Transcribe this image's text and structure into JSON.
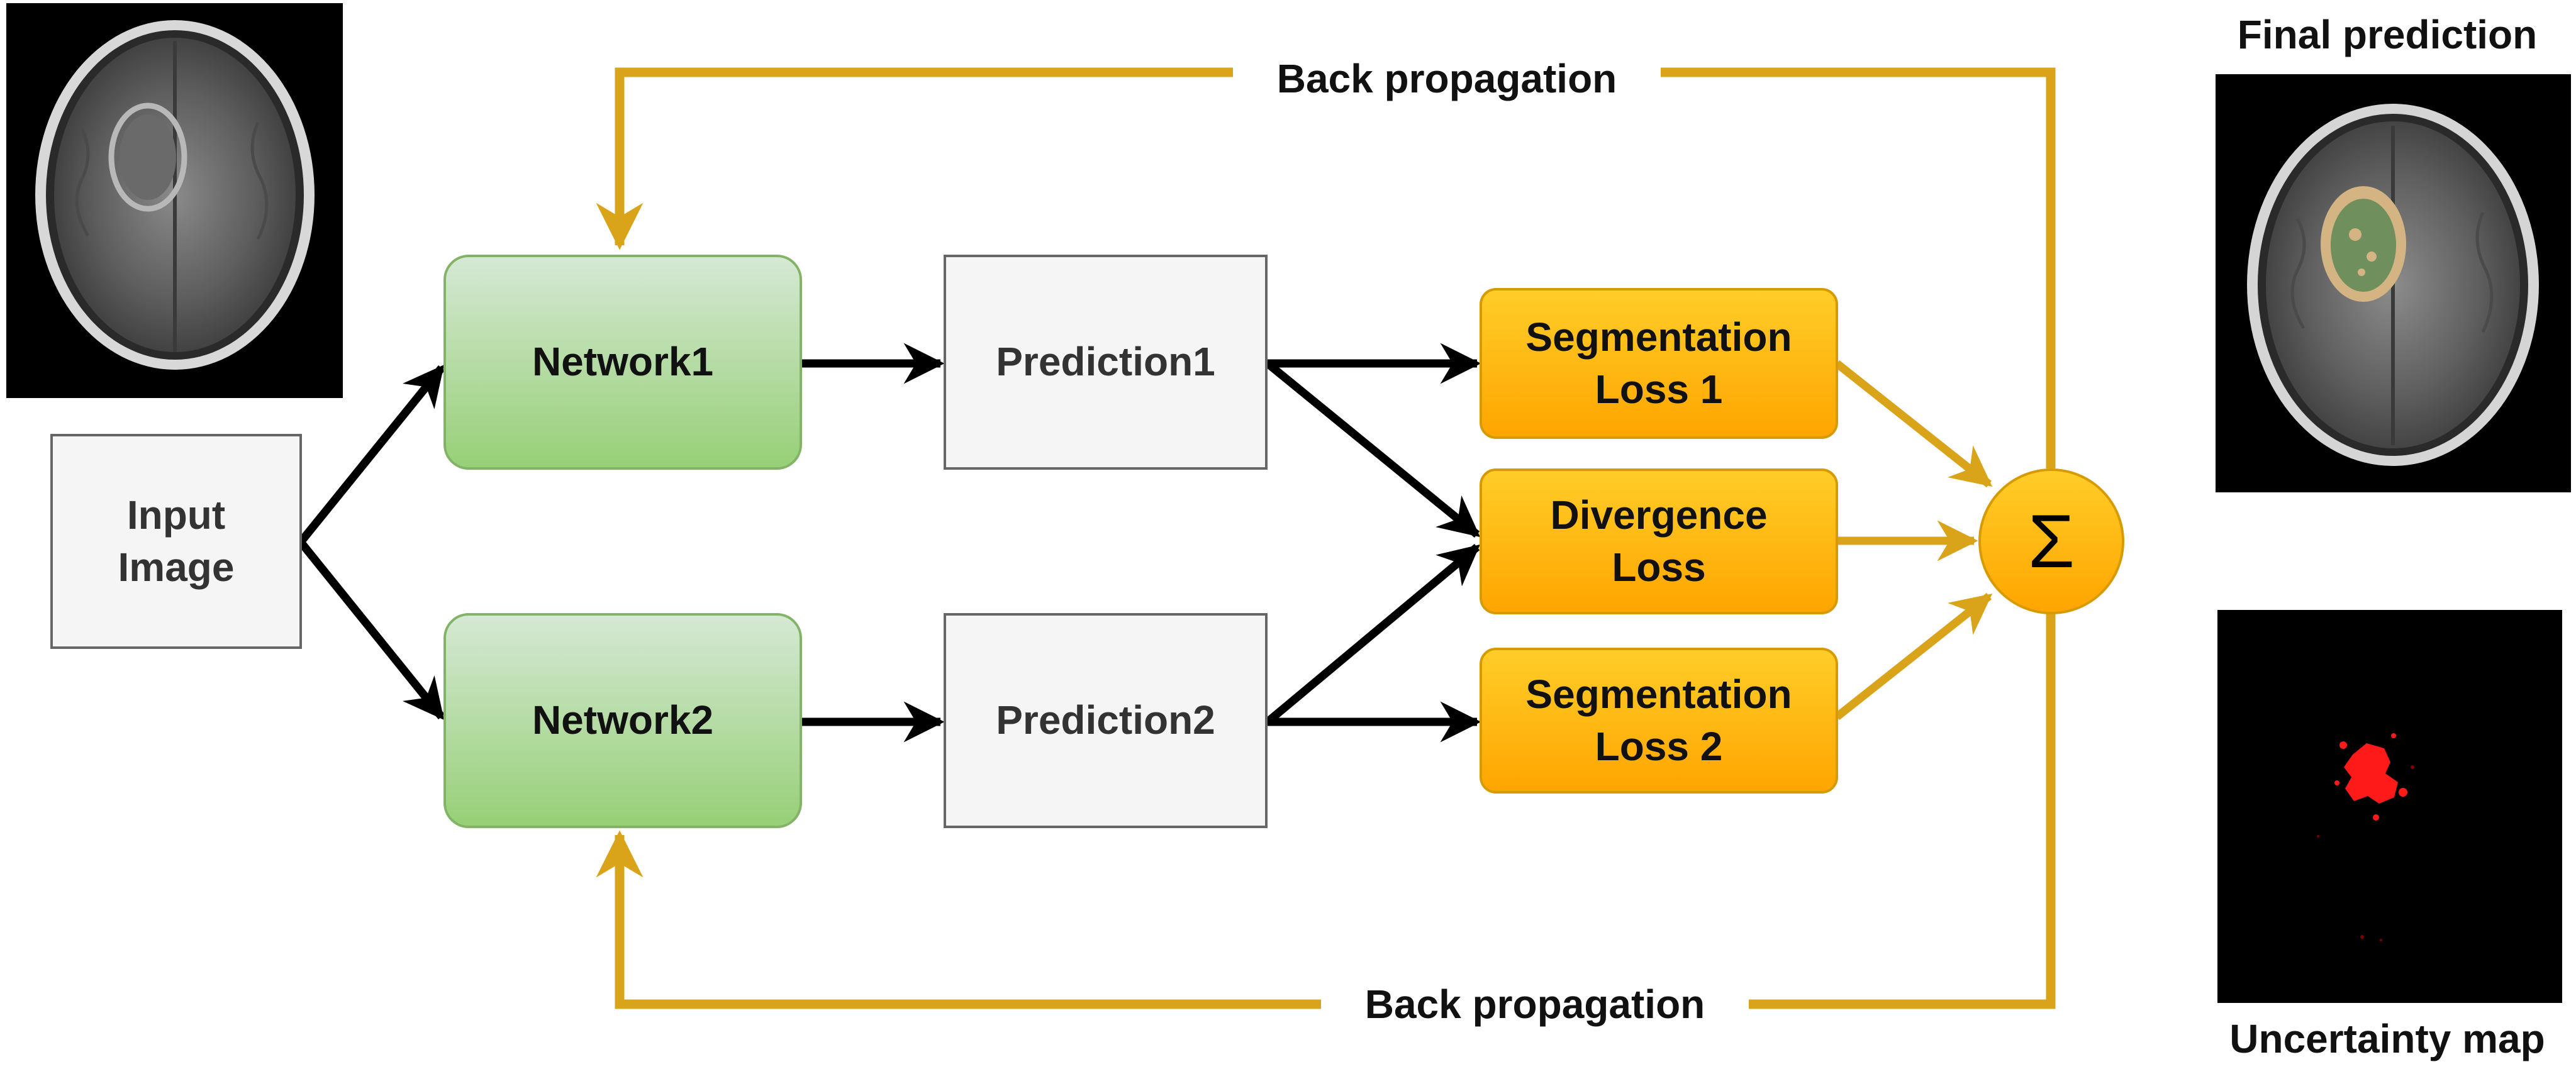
{
  "nodes": {
    "input": "Input\nImage",
    "network1": "Network1",
    "network2": "Network2",
    "prediction1": "Prediction1",
    "prediction2": "Prediction2",
    "seg_loss_1": "Segmentation\nLoss 1",
    "divergence_loss": "Divergence\nLoss",
    "seg_loss_2": "Segmentation\nLoss 2",
    "sum_symbol": "Σ"
  },
  "labels": {
    "back_prop_top": "Back propagation",
    "back_prop_bottom": "Back propagation",
    "final_prediction": "Final prediction",
    "uncertainty_map": "Uncertainty map"
  },
  "colors": {
    "feedback_arrow": "#d9a31a",
    "forward_arrow": "#000000",
    "network_fill": "#b6dca4",
    "loss_fill": "#ffb61a",
    "uncertainty": "#ff0000"
  },
  "icons": {
    "input_mri": "brain-mri-scan",
    "final_mri": "brain-mri-segmentation-overlay",
    "uncertainty": "uncertainty-heatmap"
  }
}
